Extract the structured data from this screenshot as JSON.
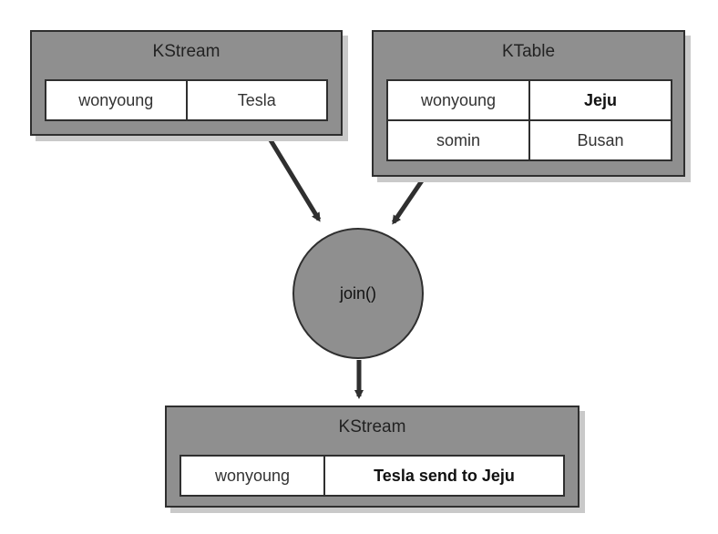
{
  "kstream_input": {
    "title": "KStream",
    "record": {
      "key": "wonyoung",
      "value": "Tesla"
    }
  },
  "ktable": {
    "title": "KTable",
    "rows": [
      {
        "key": "wonyoung",
        "value": "Jeju"
      },
      {
        "key": "somin",
        "value": "Busan"
      }
    ]
  },
  "join": {
    "label": "join()"
  },
  "kstream_output": {
    "title": "KStream",
    "record": {
      "key": "wonyoung",
      "value": "Tesla send to Jeju"
    }
  },
  "colors": {
    "box_fill": "#8f8f8f",
    "border": "#2f2f2f",
    "record_fill": "#ffffff",
    "shadow": "#c9c9c9"
  }
}
